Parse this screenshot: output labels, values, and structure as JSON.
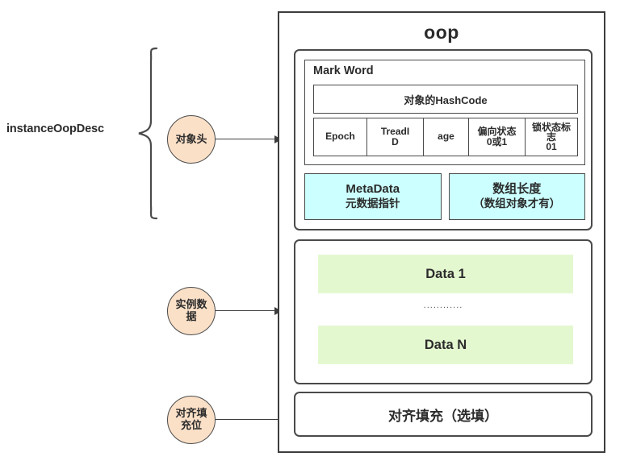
{
  "left": {
    "outer_label": "instanceOopDesc",
    "circles": [
      {
        "name": "object-header",
        "lines": [
          "对象头"
        ]
      },
      {
        "name": "instance-data",
        "lines": [
          "实例数",
          "据"
        ]
      },
      {
        "name": "alignment-padding",
        "lines": [
          "对齐填",
          "充位"
        ]
      }
    ]
  },
  "oop": {
    "title": "oop",
    "header_section": {
      "markword": {
        "title": "Mark Word",
        "hashcode": "对象的HashCode",
        "flags": [
          {
            "lines": [
              "Epoch"
            ]
          },
          {
            "lines": [
              "TreadI",
              "D"
            ]
          },
          {
            "lines": [
              "age"
            ]
          },
          {
            "lines": [
              "偏向状态",
              "0或1"
            ]
          },
          {
            "lines": [
              "锁状态标",
              "志",
              "01"
            ]
          }
        ]
      },
      "pointer_boxes": [
        {
          "line1": "MetaData",
          "line2": "元数据指针"
        },
        {
          "line1": "数组长度",
          "line2": "（数组对象才有）"
        }
      ]
    },
    "data_section": {
      "first": "Data 1",
      "ellipsis": "............",
      "last": "Data N"
    },
    "padding_section": {
      "label": "对齐填充（选填）"
    }
  },
  "colors": {
    "circle_fill": "#fbe0c8",
    "cyan_fill": "#ccffff",
    "green_fill": "#e4f8d0",
    "stroke": "#3d3d3d"
  }
}
